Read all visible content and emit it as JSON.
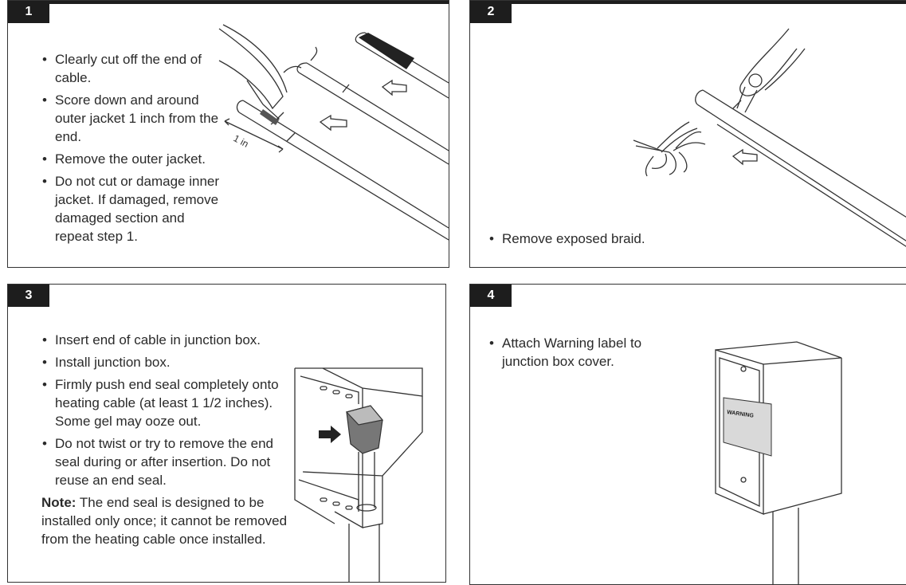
{
  "panels": [
    {
      "number": "1",
      "bullets": [
        "Clearly cut off the end of cable.",
        "Score down and around outer jacket 1 inch from the end.",
        "Remove the outer jacket.",
        "Do not cut or damage inner jacket. If damaged, remove damaged section and repeat step 1."
      ],
      "dimension_label": "1 in"
    },
    {
      "number": "2",
      "bullets": [
        "Remove exposed braid."
      ]
    },
    {
      "number": "3",
      "bullets": [
        "Insert end of cable in junction box.",
        "Install junction box.",
        "Firmly push end seal completely onto heating cable (at least 1 1/2 inches). Some gel may ooze out.",
        "Do not twist or try to remove the end seal during or after insertion. Do not reuse an end seal."
      ],
      "note_label": "Note:",
      "note_text": " The end seal is designed to be installed only once; it cannot be removed from the heating cable once installed."
    },
    {
      "number": "4",
      "bullets": [
        "Attach Warning label to junction box cover."
      ],
      "label_heading": "WARNING"
    }
  ],
  "colors": {
    "tag_bg": "#1d1d1d",
    "line": "#333333",
    "label_gray": "#d9d9d9"
  }
}
